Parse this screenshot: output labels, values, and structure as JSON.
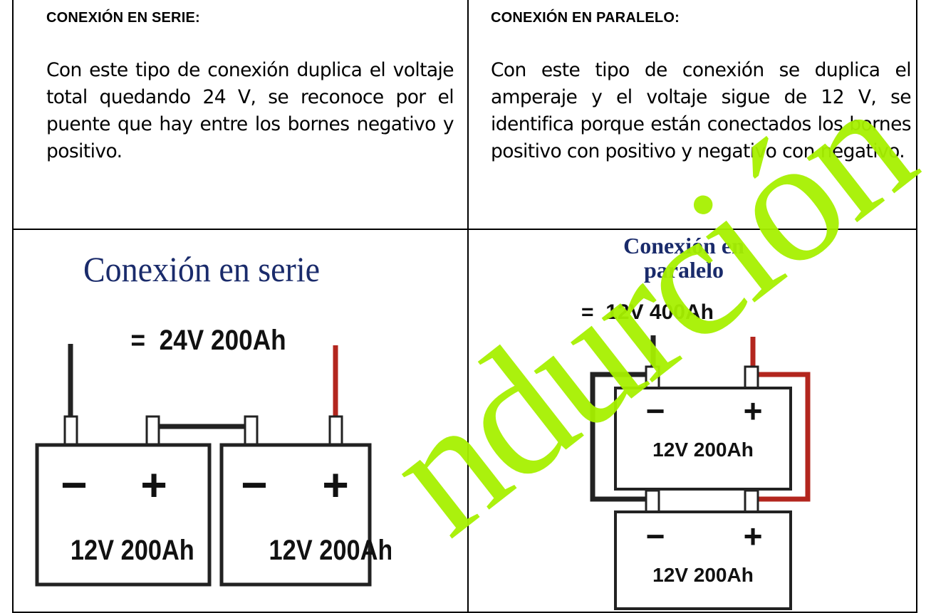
{
  "serie": {
    "heading": "CONEXIÓN EN SERIE:",
    "paragraph": "Con este tipo de conexión duplica el voltaje total quedando 24 V, se reconoce por el puente que hay entre los bornes negativo y positivo.",
    "diagram": {
      "title": "Conexión en serie",
      "result": "=  24V 200Ah",
      "battery_labels": [
        "12V 200Ah",
        "12V 200Ah"
      ],
      "minus": "−",
      "plus": "+"
    }
  },
  "paralelo": {
    "heading": "CONEXIÓN EN PARALELO:",
    "paragraph": "Con este tipo de conexión se duplica el amperaje y el voltaje sigue de 12 V, se identifica porque están conectados los bornes positivo con positivo y negativo con negativo.",
    "diagram": {
      "title_line1": "Conexión en",
      "title_line2": "paralelo",
      "result": "=  12V 400Ah",
      "battery_labels": [
        "12V 200Ah",
        "12V 200Ah"
      ],
      "minus": "−",
      "plus": "+"
    }
  },
  "watermark": "ndurción",
  "colors": {
    "title_blue": "#1a2b6b",
    "wire_red": "#b3261e",
    "watermark": "#a6f000"
  }
}
